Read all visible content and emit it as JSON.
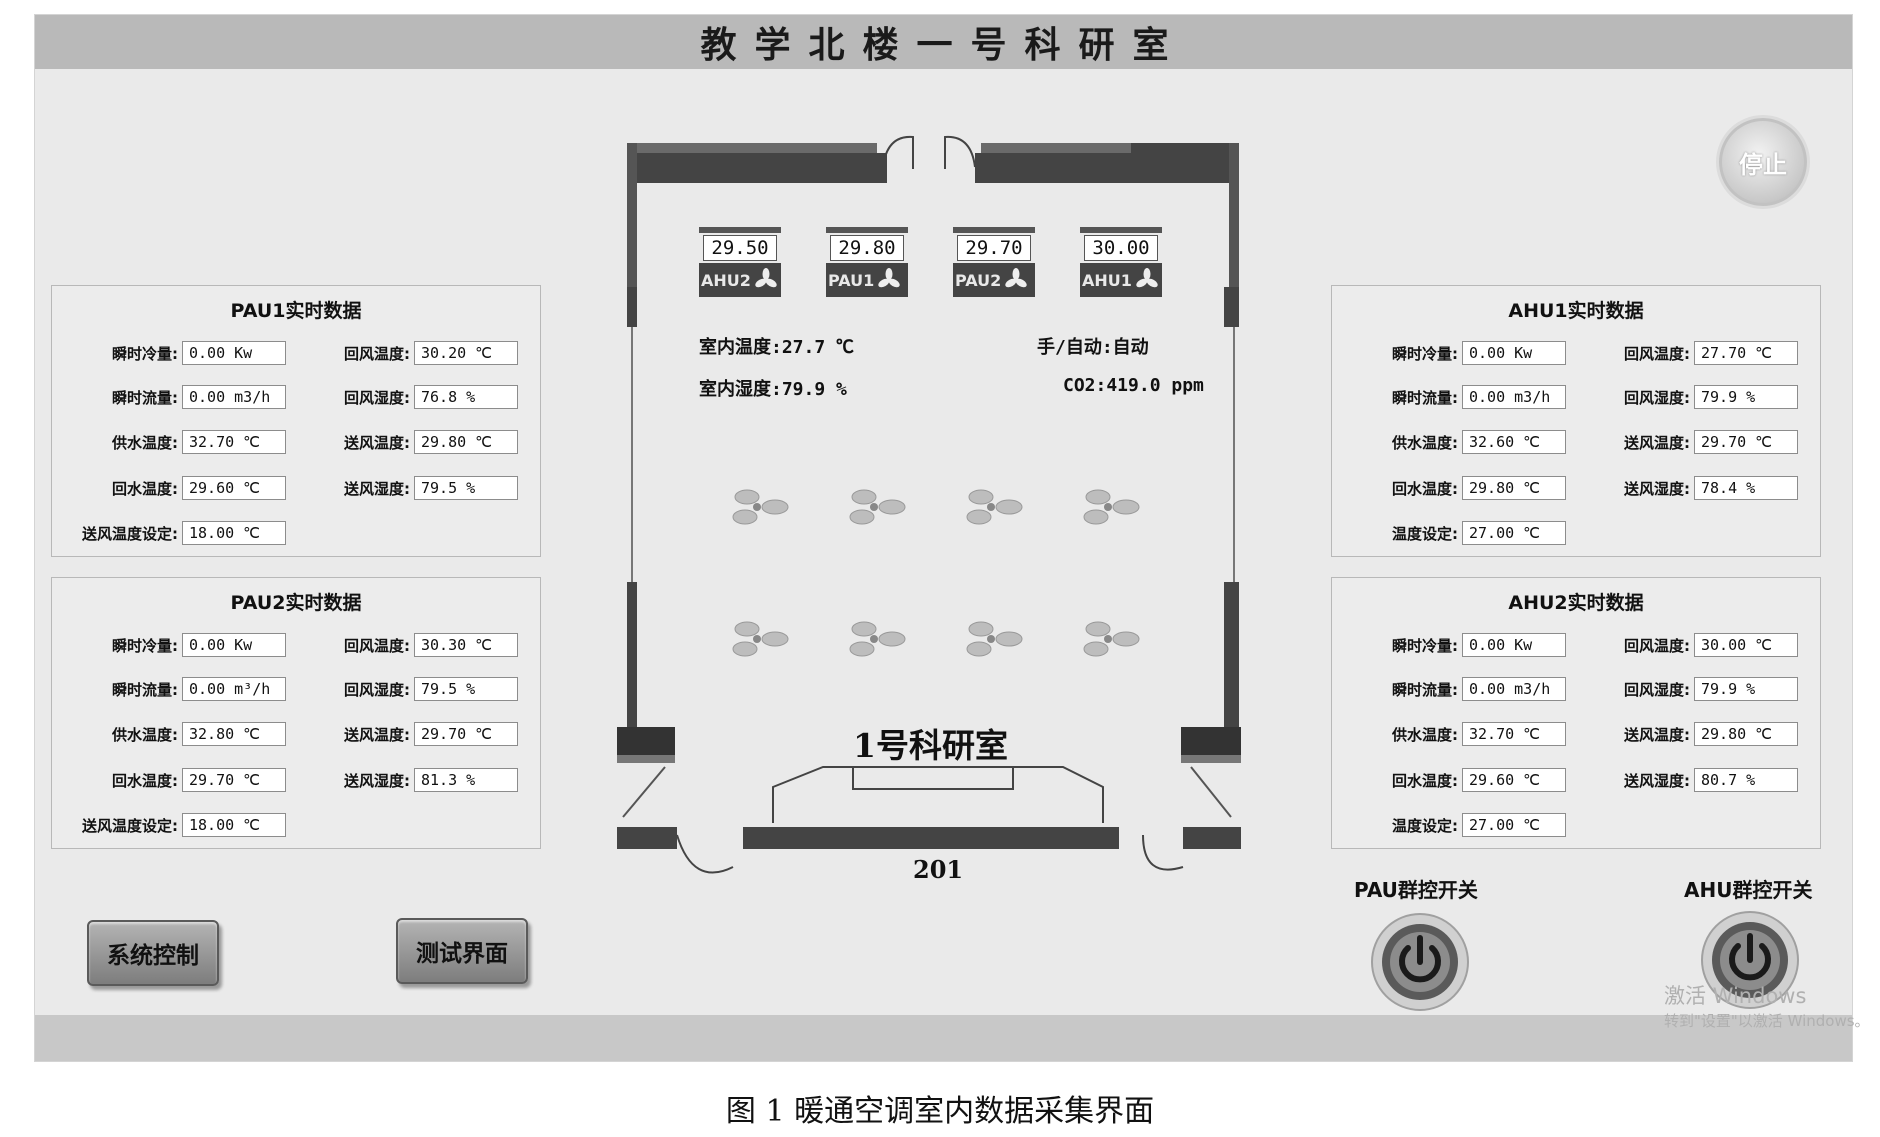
{
  "header": {
    "title": "教学北楼一号科研室"
  },
  "caption": "图 1 暖通空调室内数据采集界面",
  "stop_button": "停止",
  "panels": {
    "pau1": {
      "title": "PAU1实时数据",
      "instant_cooling": {
        "label": "瞬时冷量:",
        "value": "0.00 Kw"
      },
      "instant_flow": {
        "label": "瞬时流量:",
        "value": "0.00 m3/h"
      },
      "supply_water_temp": {
        "label": "供水温度:",
        "value": "32.70 ℃"
      },
      "return_water_temp": {
        "label": "回水温度:",
        "value": "29.60 ℃"
      },
      "supply_air_setpoint": {
        "label": "送风温度设定:",
        "value": "18.00 ℃"
      },
      "return_air_temp": {
        "label": "回风温度:",
        "value": "30.20 ℃"
      },
      "return_air_humidity": {
        "label": "回风湿度:",
        "value": "76.8 %"
      },
      "supply_air_temp": {
        "label": "送风温度:",
        "value": "29.80 ℃"
      },
      "supply_air_humidity": {
        "label": "送风湿度:",
        "value": "79.5 %"
      }
    },
    "pau2": {
      "title": "PAU2实时数据",
      "instant_cooling": {
        "label": "瞬时冷量:",
        "value": "0.00 Kw"
      },
      "instant_flow": {
        "label": "瞬时流量:",
        "value": "0.00 m³/h"
      },
      "supply_water_temp": {
        "label": "供水温度:",
        "value": "32.80 ℃"
      },
      "return_water_temp": {
        "label": "回水温度:",
        "value": "29.70 ℃"
      },
      "supply_air_setpoint": {
        "label": "送风温度设定:",
        "value": "18.00 ℃"
      },
      "return_air_temp": {
        "label": "回风温度:",
        "value": "30.30 ℃"
      },
      "return_air_humidity": {
        "label": "回风湿度:",
        "value": "79.5 %"
      },
      "supply_air_temp": {
        "label": "送风温度:",
        "value": "29.70 ℃"
      },
      "supply_air_humidity": {
        "label": "送风湿度:",
        "value": "81.3 %"
      }
    },
    "ahu1": {
      "title": "AHU1实时数据",
      "instant_cooling": {
        "label": "瞬时冷量:",
        "value": "0.00 Kw"
      },
      "instant_flow": {
        "label": "瞬时流量:",
        "value": "0.00 m3/h"
      },
      "supply_water_temp": {
        "label": "供水温度:",
        "value": "32.60 ℃"
      },
      "return_water_temp": {
        "label": "回水温度:",
        "value": "29.80 ℃"
      },
      "temp_setpoint": {
        "label": "温度设定:",
        "value": "27.00 ℃"
      },
      "return_air_temp": {
        "label": "回风温度:",
        "value": "27.70 ℃"
      },
      "return_air_humidity": {
        "label": "回风湿度:",
        "value": "79.9 %"
      },
      "supply_air_temp": {
        "label": "送风温度:",
        "value": "29.70 ℃"
      },
      "supply_air_humidity": {
        "label": "送风湿度:",
        "value": "78.4 %"
      }
    },
    "ahu2": {
      "title": "AHU2实时数据",
      "instant_cooling": {
        "label": "瞬时冷量:",
        "value": "0.00 Kw"
      },
      "instant_flow": {
        "label": "瞬时流量:",
        "value": "0.00 m3/h"
      },
      "supply_water_temp": {
        "label": "供水温度:",
        "value": "32.70 ℃"
      },
      "return_water_temp": {
        "label": "回水温度:",
        "value": "29.60 ℃"
      },
      "temp_setpoint": {
        "label": "温度设定:",
        "value": "27.00 ℃"
      },
      "return_air_temp": {
        "label": "回风温度:",
        "value": "30.00 ℃"
      },
      "return_air_humidity": {
        "label": "回风湿度:",
        "value": "79.9 %"
      },
      "supply_air_temp": {
        "label": "送风温度:",
        "value": "29.80 ℃"
      },
      "supply_air_humidity": {
        "label": "送风湿度:",
        "value": "80.7 %"
      }
    }
  },
  "room": {
    "units": [
      {
        "value": "29.50",
        "name": "AHU2"
      },
      {
        "value": "29.80",
        "name": "PAU1"
      },
      {
        "value": "29.70",
        "name": "PAU2"
      },
      {
        "value": "30.00",
        "name": "AHU1"
      }
    ],
    "indoor_temp": "室内温度:27.7 ℃",
    "indoor_humidity": "室内湿度:79.9 %",
    "mode": "手/自动:自动",
    "co2": "CO2:419.0 ppm",
    "room_name": "1号科研室",
    "room_number": "201"
  },
  "buttons": {
    "system_control": "系统控制",
    "test_interface": "测试界面"
  },
  "switches": {
    "pau_group": "PAU群控开关",
    "ahu_group": "AHU群控开关"
  },
  "watermark": {
    "line1": "激活 Windows",
    "line2": "转到\"设置\"以激活 Windows。"
  },
  "icons": [
    "fan-icon",
    "power-icon",
    "door-icon"
  ],
  "colors": {
    "background": "#eaeaea",
    "title_bar": "#b9b9b9",
    "wall": "#4a4a4a"
  }
}
